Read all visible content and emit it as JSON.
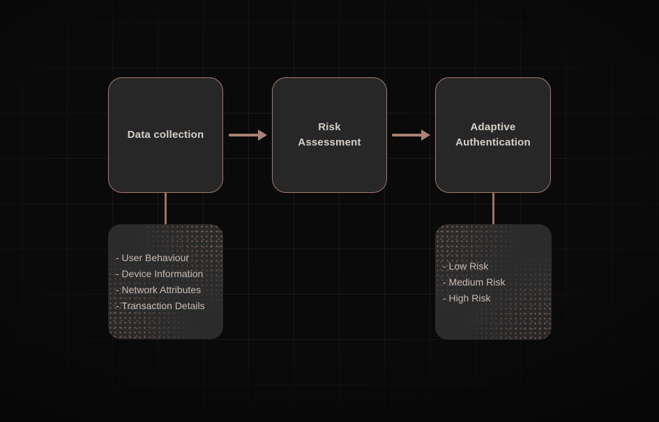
{
  "diagram": {
    "nodes": [
      {
        "id": "data-collection",
        "label": "Data collection"
      },
      {
        "id": "risk-assessment",
        "label": "Risk Assessment"
      },
      {
        "id": "adaptive-authentication",
        "label": "Adaptive Authentication"
      }
    ],
    "details": [
      {
        "attached_to": "data-collection",
        "items": [
          "- User Behaviour",
          "- Device Information",
          "- Network Attributes",
          "- Transaction Details"
        ]
      },
      {
        "attached_to": "adaptive-authentication",
        "items": [
          "- Low Risk",
          "- Medium Risk",
          "- High Risk"
        ]
      }
    ],
    "colors": {
      "background": "#0a0a0a",
      "node_fill": "#272727",
      "node_border": "#a57c6f",
      "arrow": "#ab8276",
      "connector": "#9c7265",
      "detail_fill": "#2b2b2b",
      "title_text": "#d6cfc9",
      "list_text": "#c9bcb4"
    }
  }
}
